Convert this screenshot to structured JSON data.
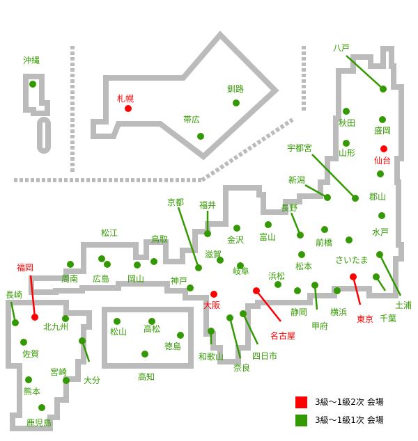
{
  "colors": {
    "major": "#ff0000",
    "minor": "#339900",
    "land_outline": "#bbbbbb"
  },
  "legend": {
    "major_label": "3級～1級2次 会場",
    "minor_label": "3級～1級1次 会場"
  },
  "cities": [
    {
      "id": "okinawa",
      "name": "沖縄",
      "type": "minor"
    },
    {
      "id": "sapporo",
      "name": "札幌",
      "type": "major"
    },
    {
      "id": "kushiro",
      "name": "釧路",
      "type": "minor"
    },
    {
      "id": "obihiro",
      "name": "帯広",
      "type": "minor"
    },
    {
      "id": "hachinohe",
      "name": "八戸",
      "type": "minor"
    },
    {
      "id": "akita",
      "name": "秋田",
      "type": "minor"
    },
    {
      "id": "morioka",
      "name": "盛岡",
      "type": "minor"
    },
    {
      "id": "yamagata",
      "name": "山形",
      "type": "minor"
    },
    {
      "id": "sendai",
      "name": "仙台",
      "type": "major"
    },
    {
      "id": "utsunomiya",
      "name": "宇都宮",
      "type": "minor"
    },
    {
      "id": "niigata",
      "name": "新潟",
      "type": "minor"
    },
    {
      "id": "koriyama",
      "name": "郡山",
      "type": "minor"
    },
    {
      "id": "kyoto",
      "name": "京都",
      "type": "minor"
    },
    {
      "id": "fukui",
      "name": "福井",
      "type": "minor"
    },
    {
      "id": "nagano",
      "name": "長野",
      "type": "minor"
    },
    {
      "id": "matsue",
      "name": "松江",
      "type": "minor"
    },
    {
      "id": "tottori",
      "name": "鳥取",
      "type": "minor"
    },
    {
      "id": "kanazawa",
      "name": "金沢",
      "type": "minor"
    },
    {
      "id": "toyama",
      "name": "富山",
      "type": "minor"
    },
    {
      "id": "maebashi",
      "name": "前橋",
      "type": "minor"
    },
    {
      "id": "mito",
      "name": "水戸",
      "type": "minor"
    },
    {
      "id": "shiga",
      "name": "滋賀",
      "type": "minor"
    },
    {
      "id": "gifu",
      "name": "岐阜",
      "type": "minor"
    },
    {
      "id": "matsumoto",
      "name": "松本",
      "type": "minor"
    },
    {
      "id": "fukuoka",
      "name": "福岡",
      "type": "major"
    },
    {
      "id": "shunan",
      "name": "周南",
      "type": "minor"
    },
    {
      "id": "hiroshima",
      "name": "広島",
      "type": "minor"
    },
    {
      "id": "okayama",
      "name": "岡山",
      "type": "minor"
    },
    {
      "id": "kobe",
      "name": "神戸",
      "type": "minor"
    },
    {
      "id": "hamamatsu",
      "name": "浜松",
      "type": "minor"
    },
    {
      "id": "saitama",
      "name": "さいたま",
      "type": "minor"
    },
    {
      "id": "tsuchiura",
      "name": "土浦",
      "type": "minor"
    },
    {
      "id": "nagasaki",
      "name": "長崎",
      "type": "minor"
    },
    {
      "id": "kitakyushu",
      "name": "北九州",
      "type": "minor"
    },
    {
      "id": "osaka",
      "name": "大阪",
      "type": "major"
    },
    {
      "id": "shizuoka",
      "name": "静岡",
      "type": "minor"
    },
    {
      "id": "yokohama",
      "name": "横浜",
      "type": "minor"
    },
    {
      "id": "tokyo",
      "name": "東京",
      "type": "major"
    },
    {
      "id": "chiba",
      "name": "千葉",
      "type": "minor"
    },
    {
      "id": "matsuyama",
      "name": "松山",
      "type": "minor"
    },
    {
      "id": "takamatsu",
      "name": "高松",
      "type": "minor"
    },
    {
      "id": "tokushima",
      "name": "徳島",
      "type": "minor"
    },
    {
      "id": "nagoya",
      "name": "名古屋",
      "type": "major"
    },
    {
      "id": "kofu",
      "name": "甲府",
      "type": "minor"
    },
    {
      "id": "saga",
      "name": "佐賀",
      "type": "minor"
    },
    {
      "id": "miyazaki",
      "name": "宮崎",
      "type": "minor"
    },
    {
      "id": "oita",
      "name": "大分",
      "type": "minor"
    },
    {
      "id": "wakayama",
      "name": "和歌山",
      "type": "minor"
    },
    {
      "id": "yokkaichi",
      "name": "四日市",
      "type": "minor"
    },
    {
      "id": "kochi",
      "name": "高知",
      "type": "minor"
    },
    {
      "id": "kumamoto",
      "name": "熊本",
      "type": "minor"
    },
    {
      "id": "nara",
      "name": "奈良",
      "type": "minor"
    },
    {
      "id": "kagoshima",
      "name": "鹿児島",
      "type": "minor"
    }
  ]
}
